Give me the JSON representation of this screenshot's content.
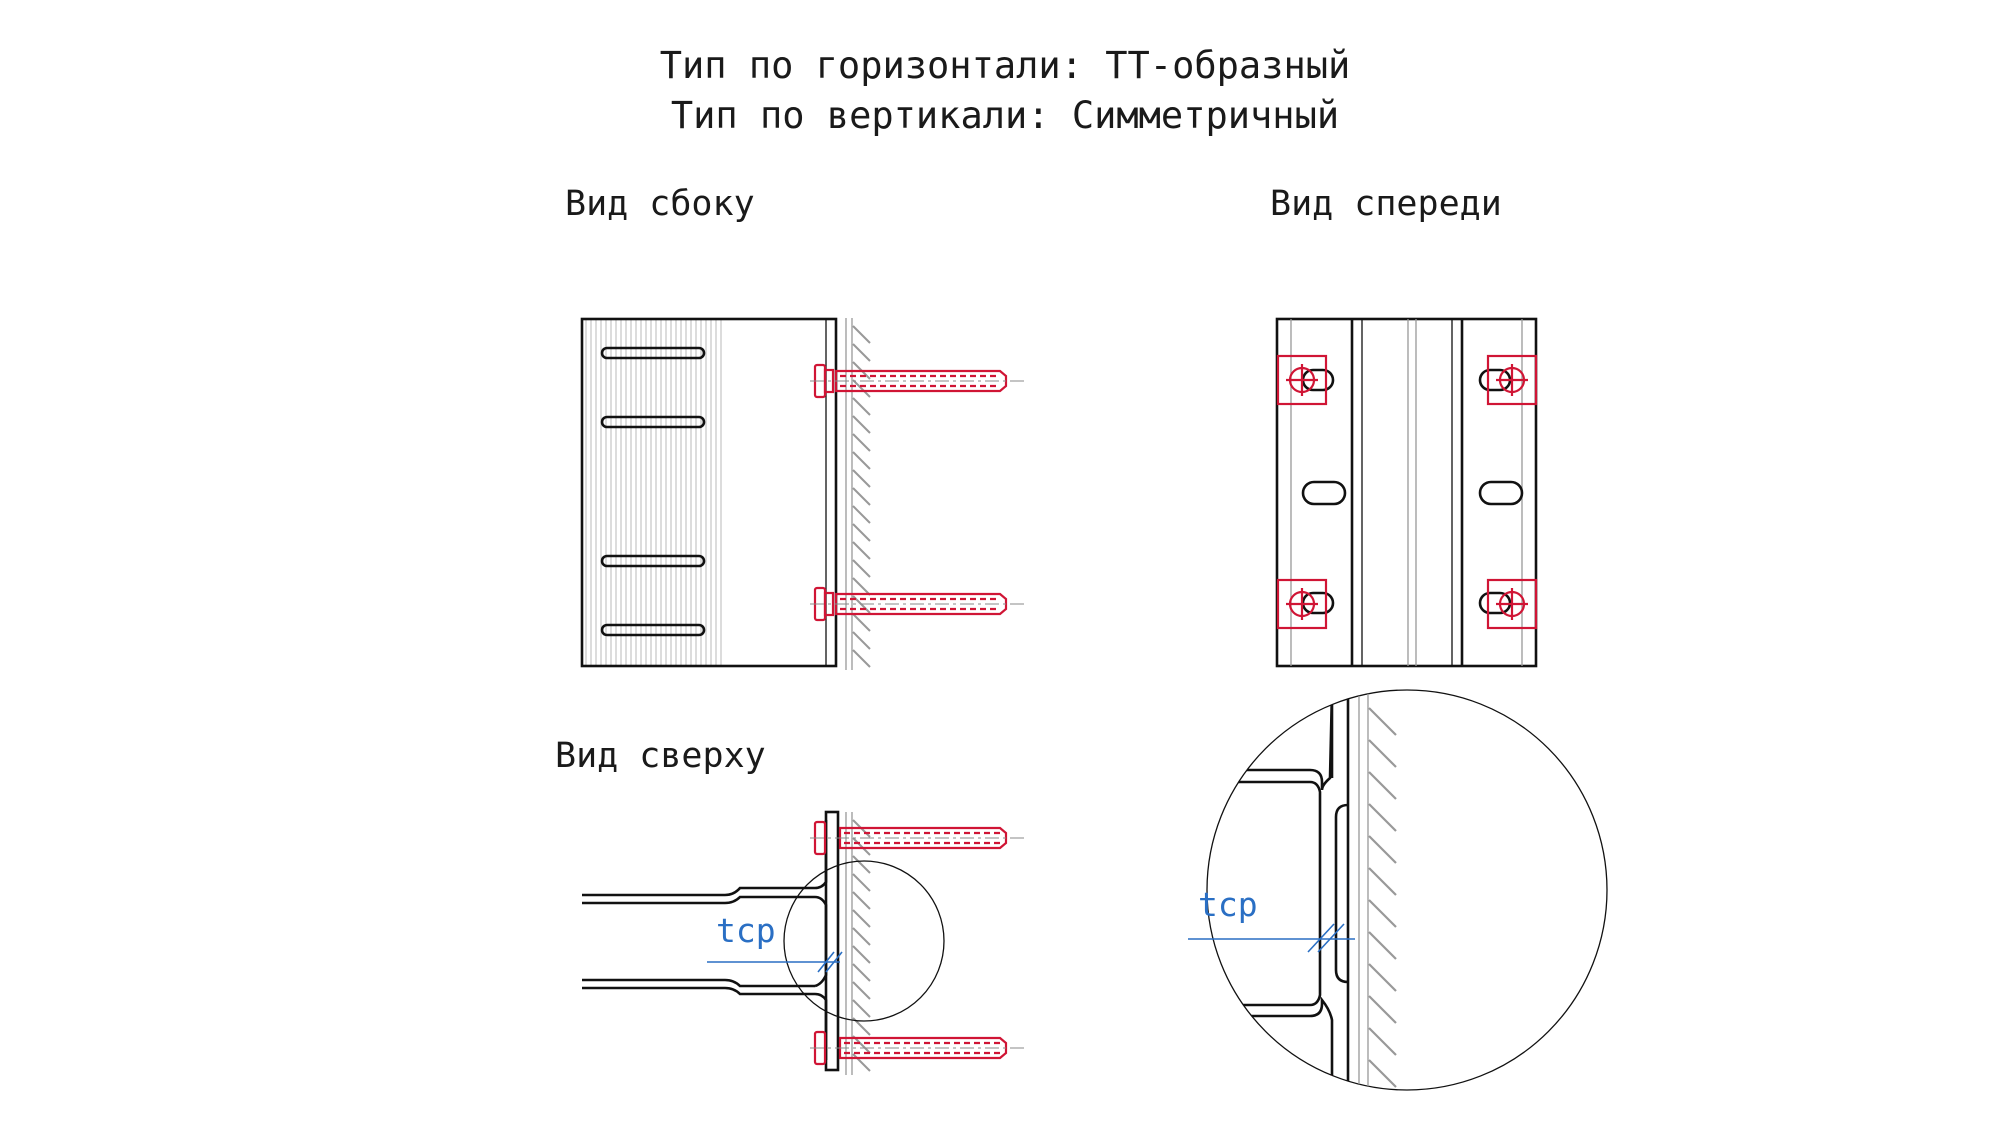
{
  "header": {
    "line1": "Тип по горизонтали: ТТ-образный",
    "line2": "Тип по вертикали: Симметричный"
  },
  "views": {
    "side": "Вид сбоку",
    "front": "Вид спереди",
    "top": "Вид сверху"
  },
  "dimensions": {
    "thickness_top": "tср",
    "thickness_detail": "tср"
  },
  "colors": {
    "outline": "#111111",
    "fastener": "#d01535",
    "dimension": "#2a6fc4"
  }
}
